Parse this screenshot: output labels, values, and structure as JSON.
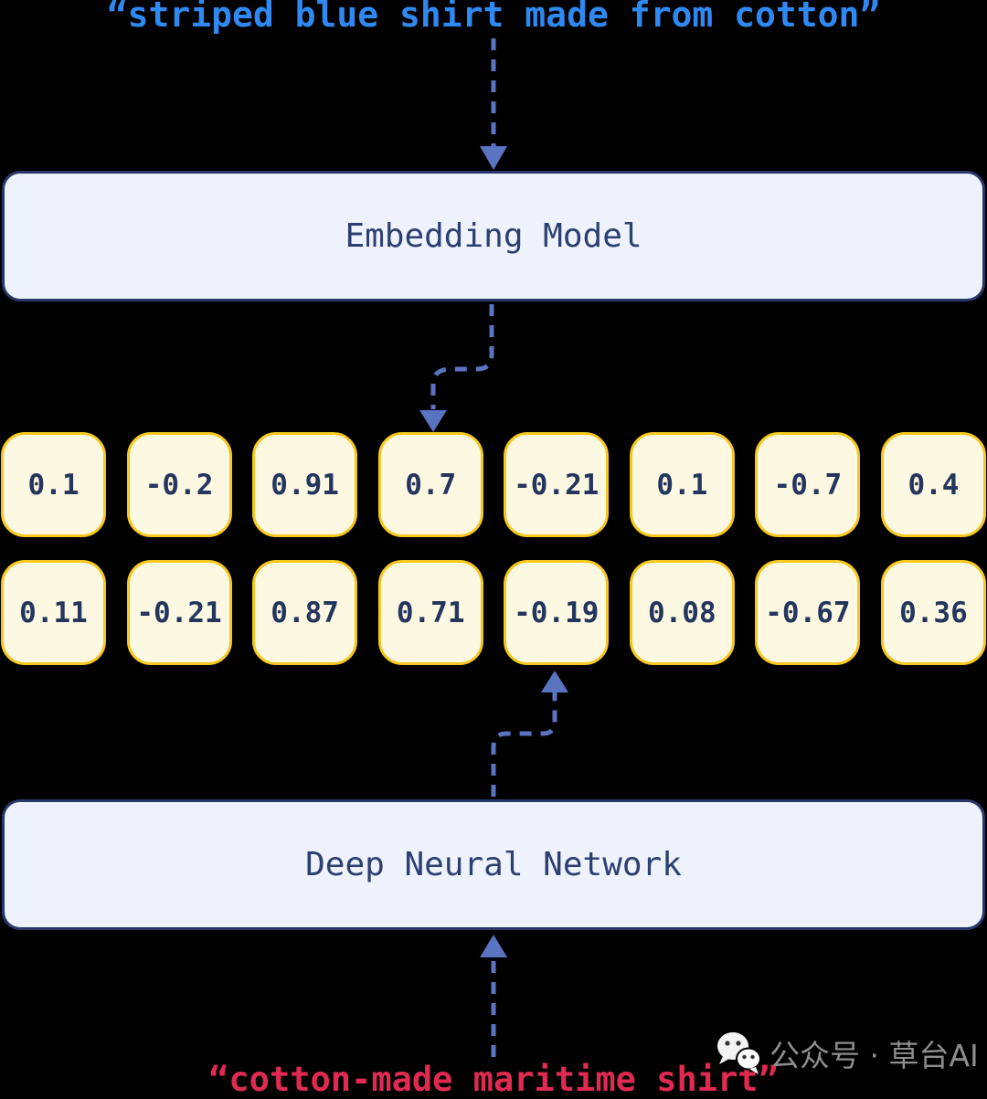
{
  "top_query": "“striped blue shirt made from cotton”",
  "embedding_box": {
    "label": "Embedding Model"
  },
  "dnn_box": {
    "label": "Deep Neural Network"
  },
  "vector_rows": {
    "row1": [
      "0.1",
      "-0.2",
      "0.91",
      "0.7",
      "-0.21",
      "0.1",
      "-0.7",
      "0.4"
    ],
    "row2": [
      "0.11",
      "-0.21",
      "0.87",
      "0.71",
      "-0.19",
      "0.08",
      "-0.67",
      "0.36"
    ]
  },
  "bottom_query": "“cotton-made maritime shirt”",
  "watermark": {
    "text": "公众号 · 草台AI",
    "logo": "wechat-logo"
  },
  "colors": {
    "background": "#000000",
    "query_blue": "#2f89f2",
    "query_red": "#e02a52",
    "model_box_fill": "#eef2fc",
    "model_box_border": "#29386a",
    "model_box_text": "#2c3f70",
    "vector_cell_fill": "#fdf8e2",
    "vector_cell_border": "#f6c81f",
    "vector_cell_text": "#24355e",
    "arrow": "#5b74c2",
    "watermark_text": "#8e8e8e"
  }
}
